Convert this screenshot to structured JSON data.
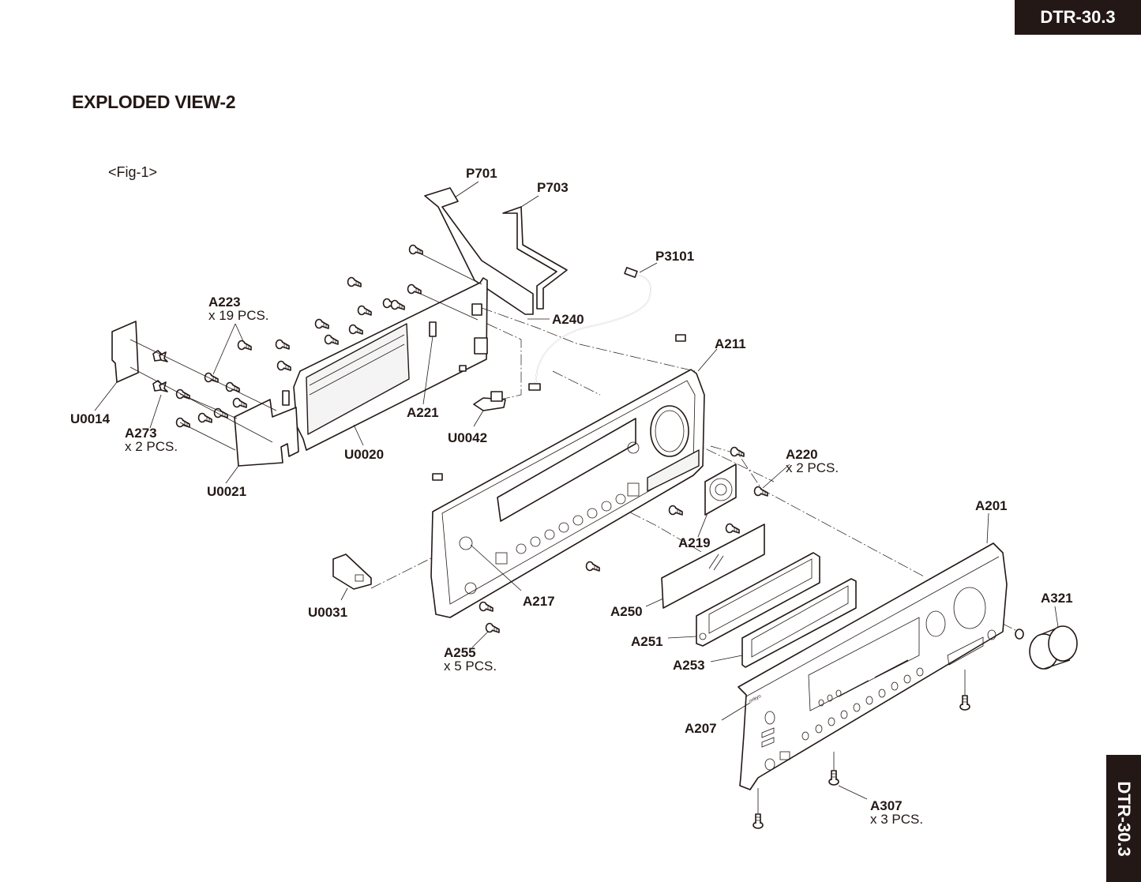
{
  "header": {
    "model_top": "DTR-30.3",
    "model_side": "DTR-30.3",
    "title": "EXPLODED VIEW-2",
    "figure": "<Fig-1>"
  },
  "parts": {
    "P701": {
      "number": "P701"
    },
    "P703": {
      "number": "P703"
    },
    "P3101": {
      "number": "P3101"
    },
    "A240": {
      "number": "A240"
    },
    "A223": {
      "number": "A223",
      "qty": "x 19 PCS."
    },
    "A211": {
      "number": "A211"
    },
    "U0014": {
      "number": "U0014"
    },
    "A221": {
      "number": "A221"
    },
    "A273": {
      "number": "A273",
      "qty": "x 2 PCS."
    },
    "U0042": {
      "number": "U0042"
    },
    "U0020": {
      "number": "U0020"
    },
    "A220": {
      "number": "A220",
      "qty": "x 2 PCS."
    },
    "U0021": {
      "number": "U0021"
    },
    "A201": {
      "number": "A201"
    },
    "A219": {
      "number": "A219"
    },
    "A217": {
      "number": "A217"
    },
    "A321": {
      "number": "A321"
    },
    "U0031": {
      "number": "U0031"
    },
    "A250": {
      "number": "A250"
    },
    "A251": {
      "number": "A251"
    },
    "A255": {
      "number": "A255",
      "qty": "x 5 PCS."
    },
    "A253": {
      "number": "A253"
    },
    "A207": {
      "number": "A207"
    },
    "A307": {
      "number": "A307",
      "qty": "x 3 PCS."
    }
  }
}
